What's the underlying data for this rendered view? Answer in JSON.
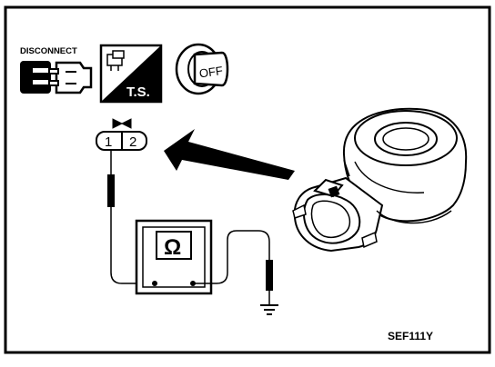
{
  "icons": {
    "disconnect_label": "DISCONNECT",
    "connector_icon": "connector-disconnect-icon",
    "ts_label": "T.S.",
    "ts_icon": "tester-icon",
    "key_label": "OFF",
    "key_icon": "ignition-key-off-icon"
  },
  "connector": {
    "pin1": "1",
    "pin2": "2"
  },
  "meter": {
    "symbol": "Ω",
    "icon": "ohmmeter-icon"
  },
  "ground_icon": "ground-icon",
  "sensor_icon": "knock-sensor-icon",
  "figure_code": "SEF111Y",
  "colors": {
    "line": "#000000",
    "background": "#ffffff"
  }
}
